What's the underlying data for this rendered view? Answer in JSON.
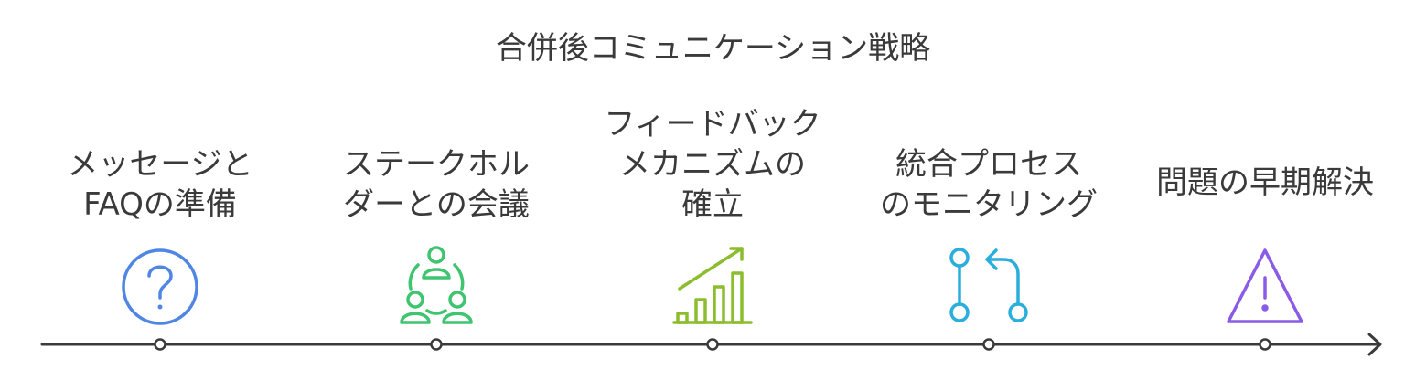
{
  "title": "合併後コミュニケーション戦略",
  "steps": [
    {
      "lines": [
        "メッセージと",
        "FAQの準備"
      ],
      "icon": "question-circle-icon",
      "color": "#4f86e6"
    },
    {
      "lines": [
        "ステークホル",
        "ダーとの会議"
      ],
      "icon": "people-group-icon",
      "color": "#3fc46f"
    },
    {
      "lines": [
        "フィードバック",
        "メカニズムの",
        "確立"
      ],
      "icon": "growth-chart-icon",
      "color": "#8bbd2e"
    },
    {
      "lines": [
        "統合プロセス",
        "のモニタリング"
      ],
      "icon": "git-pull-request-icon",
      "color": "#2aaedb"
    },
    {
      "lines": [
        "問題の早期解決"
      ],
      "icon": "warning-triangle-icon",
      "color": "#8a5ce6"
    }
  ],
  "colors": {
    "timeline": "#3a3a3a",
    "text": "#3a3a3a"
  }
}
